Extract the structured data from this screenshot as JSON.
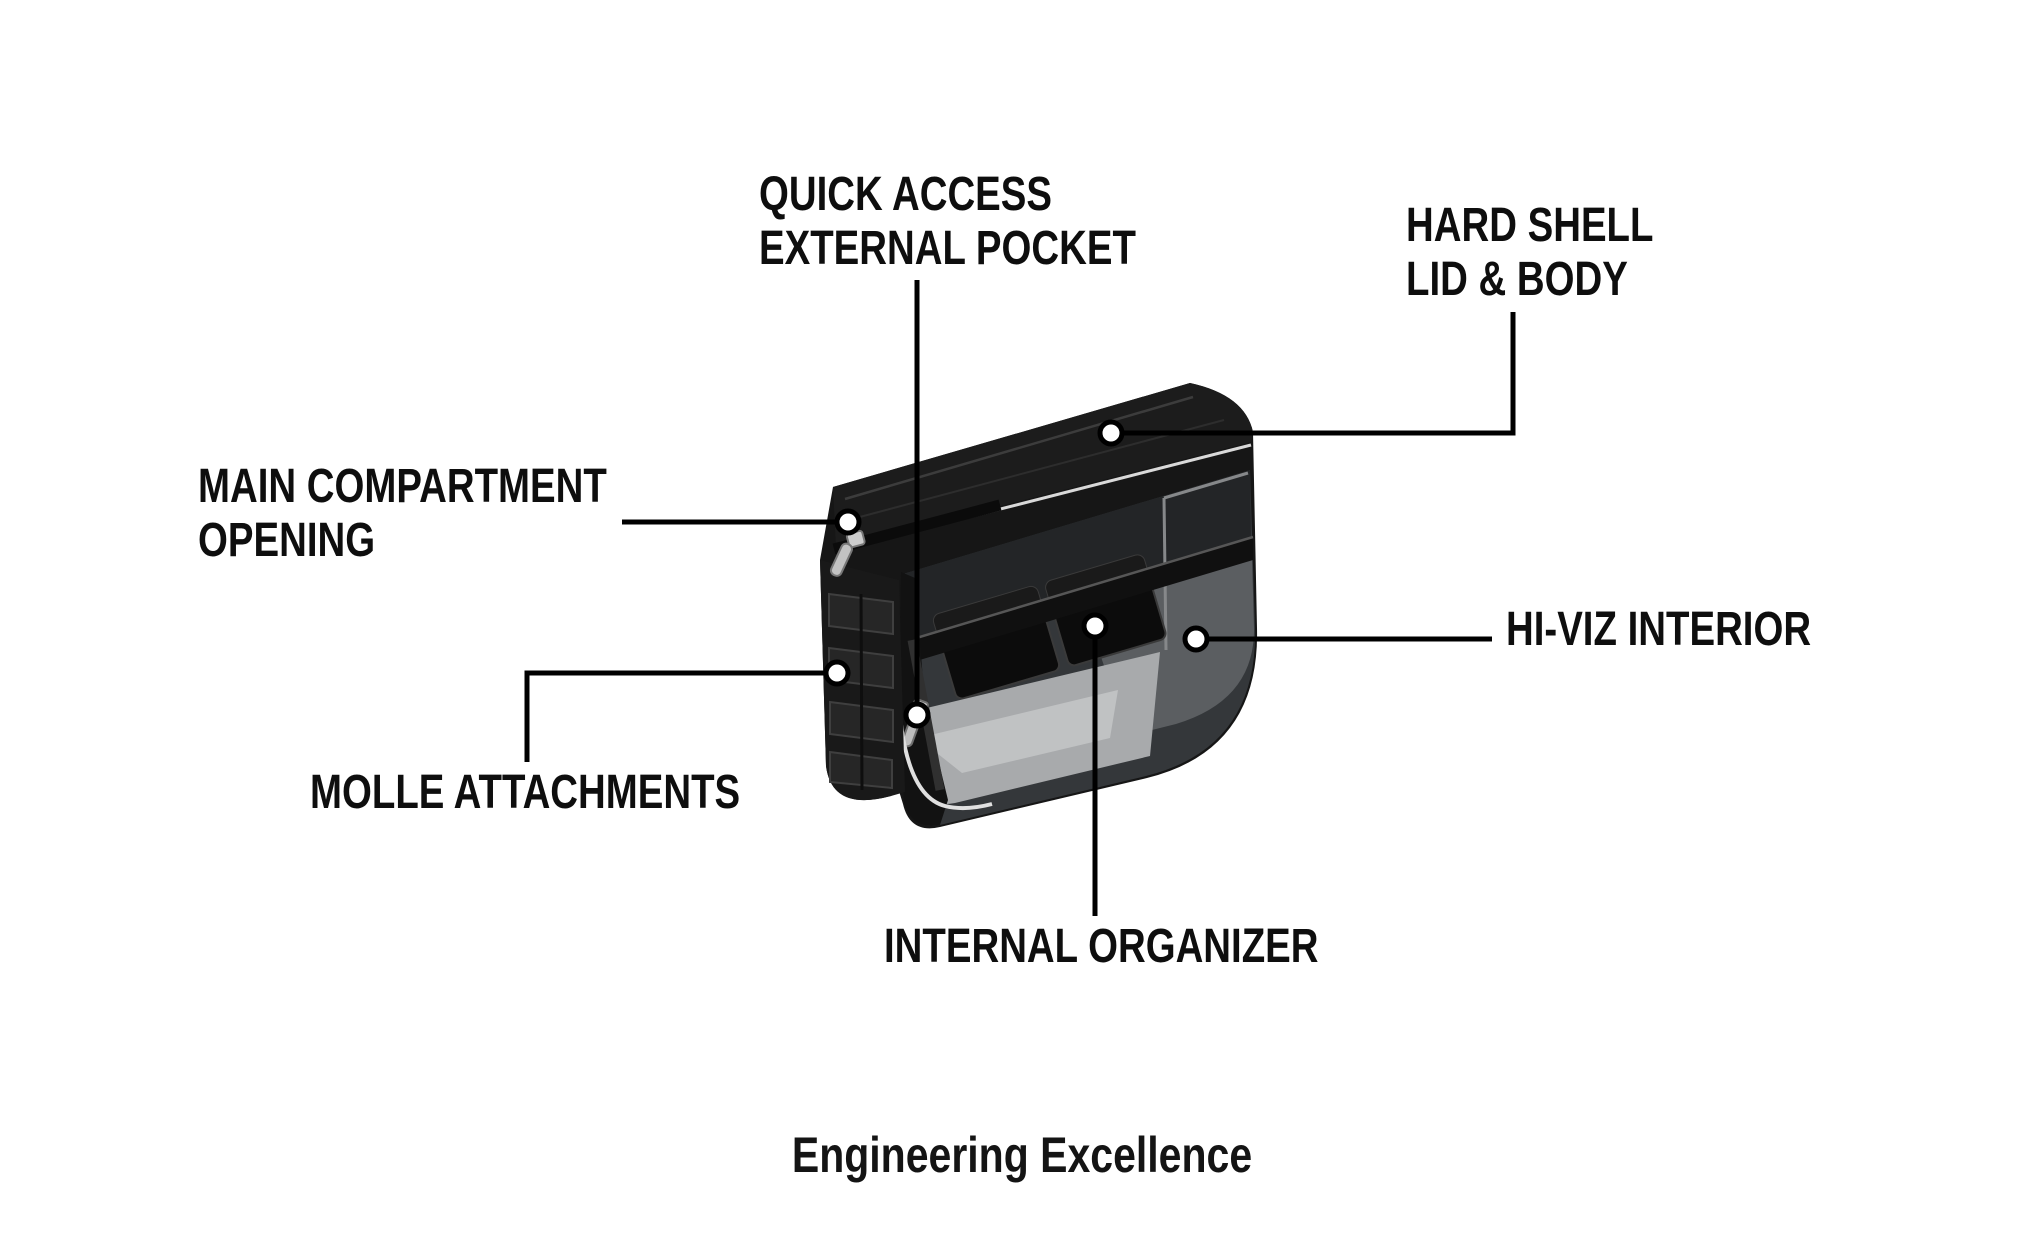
{
  "page": {
    "footer_title": "Engineering Excellence"
  },
  "callouts": {
    "quick_access_external_pocket": {
      "label": "QUICK ACCESS\nEXTERNAL POCKET",
      "marker": "dot"
    },
    "hard_shell_lid_body": {
      "label": "HARD SHELL\nLID & BODY",
      "marker": "dot"
    },
    "main_compartment_opening": {
      "label": "MAIN COMPARTMENT\nOPENING",
      "marker": "dot"
    },
    "hi_viz_interior": {
      "label": "HI-VIZ INTERIOR",
      "marker": "dot"
    },
    "molle_attachments": {
      "label": "MOLLE ATTACHMENTS",
      "marker": "dot"
    },
    "internal_organizer": {
      "label": "INTERNAL ORGANIZER",
      "marker": "dot"
    }
  },
  "illustration": {
    "subject": "hard-shell motorcycle saddlebag cutaway view"
  },
  "colors": {
    "background": "#ffffff",
    "label_text": "#0e0e0e",
    "callout_line": "#000000",
    "callout_dot_fill": "#ffffff",
    "bag_shell": "#161616",
    "bag_lid": "#1c1c1c",
    "interior_base": "#34373a",
    "interior_back_wall": "#232527",
    "interior_mid_gray": "#5b5e61",
    "interior_floor": "#a8aaac",
    "interior_floor_highlight": "#c8c9cb",
    "zipper_metal": "#c9c9c9",
    "reflective_piping": "#e0e0e0"
  }
}
